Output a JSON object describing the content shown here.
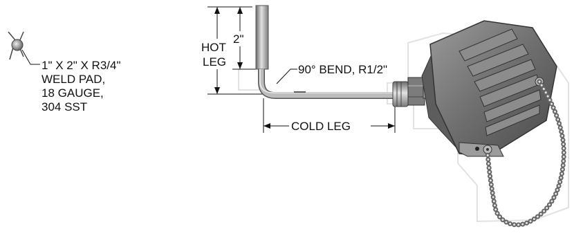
{
  "weld_pad": {
    "line1": "1\" X 2\" X R3/4\"",
    "line2": "WELD PAD,",
    "line3": "18 GAUGE,",
    "line4": "304 SST"
  },
  "dimensions": {
    "hot_leg_line1": "HOT",
    "hot_leg_line2": "LEG",
    "two_inch": "2\"",
    "bend": "90° BEND, R1/2\"",
    "cold_leg": "COLD LEG"
  },
  "colors": {
    "metal_dark": "#555555",
    "metal_mid": "#8a8a8a",
    "metal_light": "#cfcfcf",
    "line": "#111111"
  }
}
